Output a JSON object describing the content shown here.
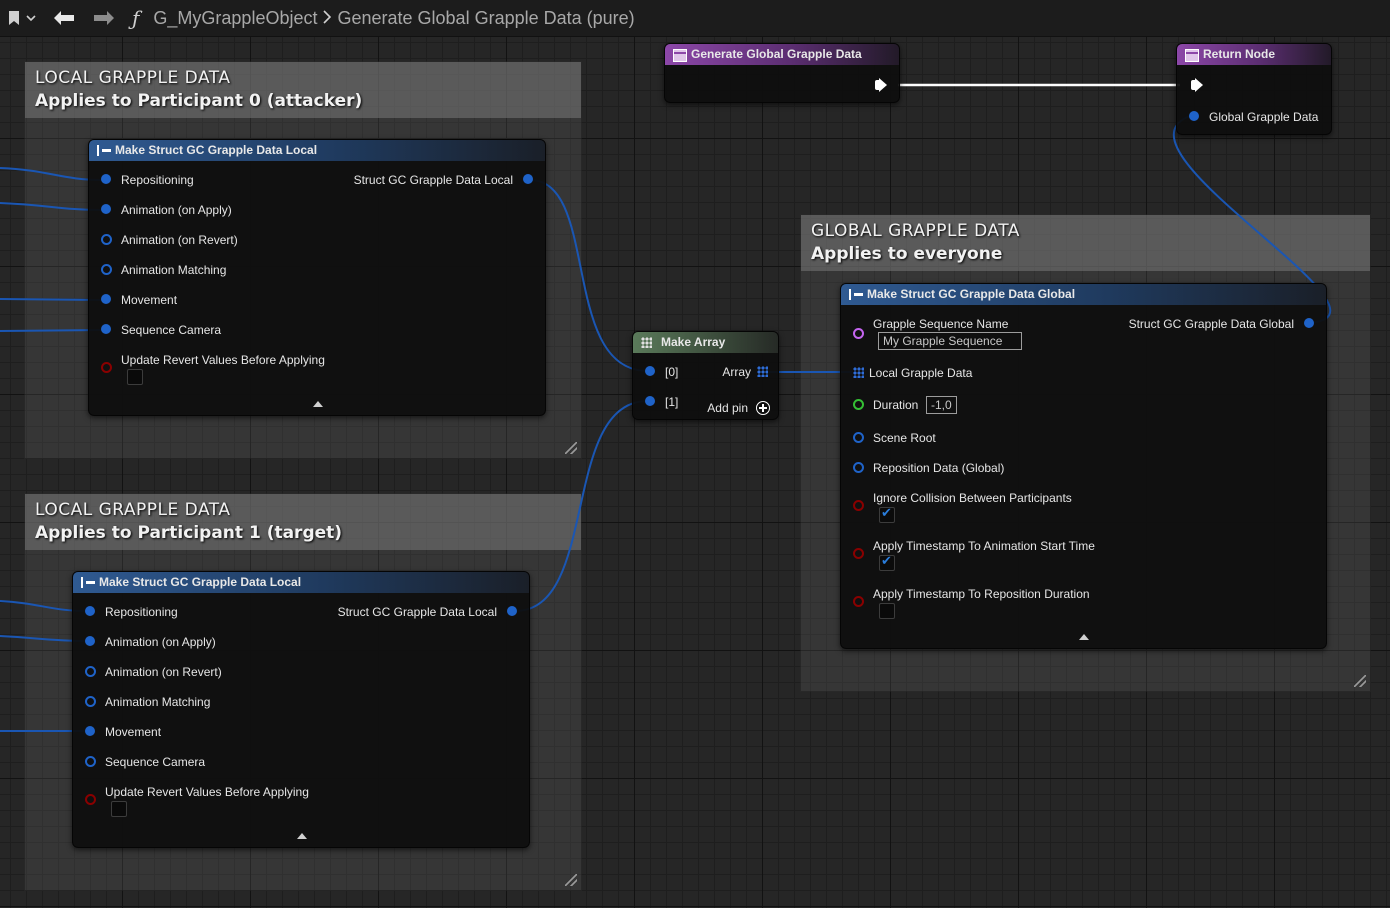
{
  "toolbar": {
    "breadcrumb_object": "G_MyGrappleObject",
    "breadcrumb_function": "Generate Global Grapple Data (pure)"
  },
  "comments": {
    "local0": {
      "title": "LOCAL GRAPPLE DATA",
      "subtitle": "Applies to Participant 0 (attacker)"
    },
    "local1": {
      "title": "LOCAL GRAPPLE DATA",
      "subtitle": "Applies to Participant 1 (target)"
    },
    "global": {
      "title": "GLOBAL GRAPPLE DATA",
      "subtitle": "Applies to everyone"
    }
  },
  "nodes": {
    "entry": {
      "title": "Generate Global Grapple Data"
    },
    "return": {
      "title": "Return Node",
      "pin": "Global Grapple Data"
    },
    "local0": {
      "title": "Make Struct GC Grapple Data Local",
      "output": "Struct GC Grapple Data Local",
      "pins": [
        "Repositioning",
        "Animation (on Apply)",
        "Animation (on Revert)",
        "Animation Matching",
        "Movement",
        "Sequence Camera",
        "Update Revert Values Before Applying"
      ]
    },
    "local1": {
      "title": "Make Struct GC Grapple Data Local",
      "output": "Struct GC Grapple Data Local",
      "pins": [
        "Repositioning",
        "Animation (on Apply)",
        "Animation (on Revert)",
        "Animation Matching",
        "Movement",
        "Sequence Camera",
        "Update Revert Values Before Applying"
      ]
    },
    "make_array": {
      "title": "Make Array",
      "in0": "[0]",
      "in1": "[1]",
      "output": "Array",
      "add_pin": "Add pin"
    },
    "global": {
      "title": "Make Struct GC Grapple Data Global",
      "output": "Struct GC Grapple Data Global",
      "seq_name_label": "Grapple Sequence Name",
      "seq_name_value": "My Grapple Sequence",
      "local_data": "Local Grapple Data",
      "duration_label": "Duration",
      "duration_value": "-1,0",
      "scene_root": "Scene Root",
      "reposition_data": "Reposition Data (Global)",
      "ignore_collision": "Ignore Collision Between Participants",
      "apply_ts_anim": "Apply Timestamp To Animation Start Time",
      "apply_ts_repo": "Apply Timestamp To Reposition Duration"
    }
  }
}
